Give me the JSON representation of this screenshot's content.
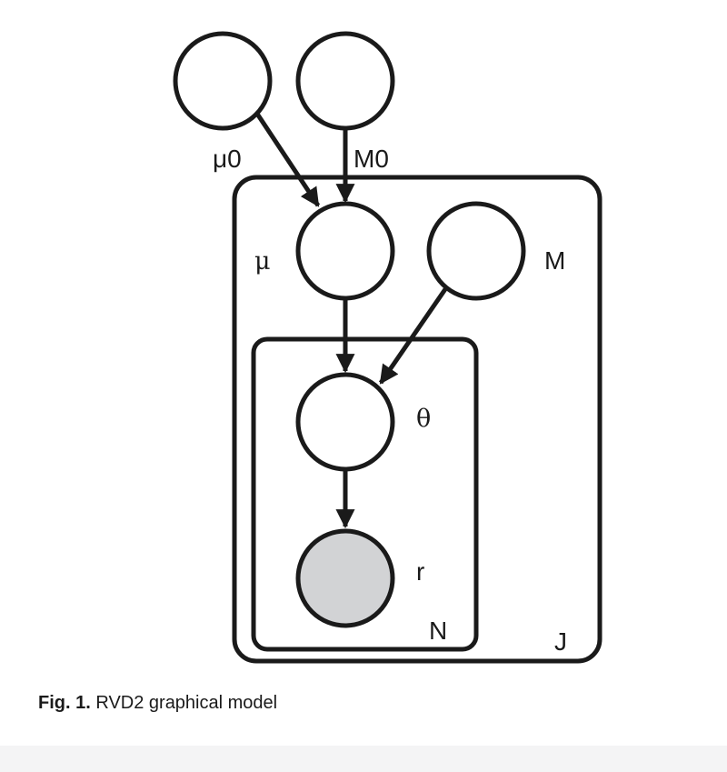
{
  "diagram": {
    "nodes": {
      "mu0": {
        "observed": false
      },
      "M0": {
        "observed": false
      },
      "mu": {
        "label": "μ",
        "observed": false
      },
      "M": {
        "label": "M",
        "observed": false
      },
      "theta": {
        "label": "θ",
        "observed": false
      },
      "r": {
        "label": "r",
        "observed": true
      }
    },
    "edges": [
      {
        "from": "mu0",
        "to": "mu",
        "label": "μ0"
      },
      {
        "from": "M0",
        "to": "mu",
        "label": "M0"
      },
      {
        "from": "mu",
        "to": "theta"
      },
      {
        "from": "M",
        "to": "theta"
      },
      {
        "from": "theta",
        "to": "r"
      }
    ],
    "plates": {
      "outer": {
        "label": "J"
      },
      "inner": {
        "label": "N"
      }
    },
    "colors": {
      "stroke": "#1a1a1a",
      "observed_fill": "#d2d3d5",
      "latent_fill": "#ffffff"
    }
  },
  "caption": {
    "fig_label": "Fig. 1.",
    "text": "RVD2 graphical model"
  }
}
